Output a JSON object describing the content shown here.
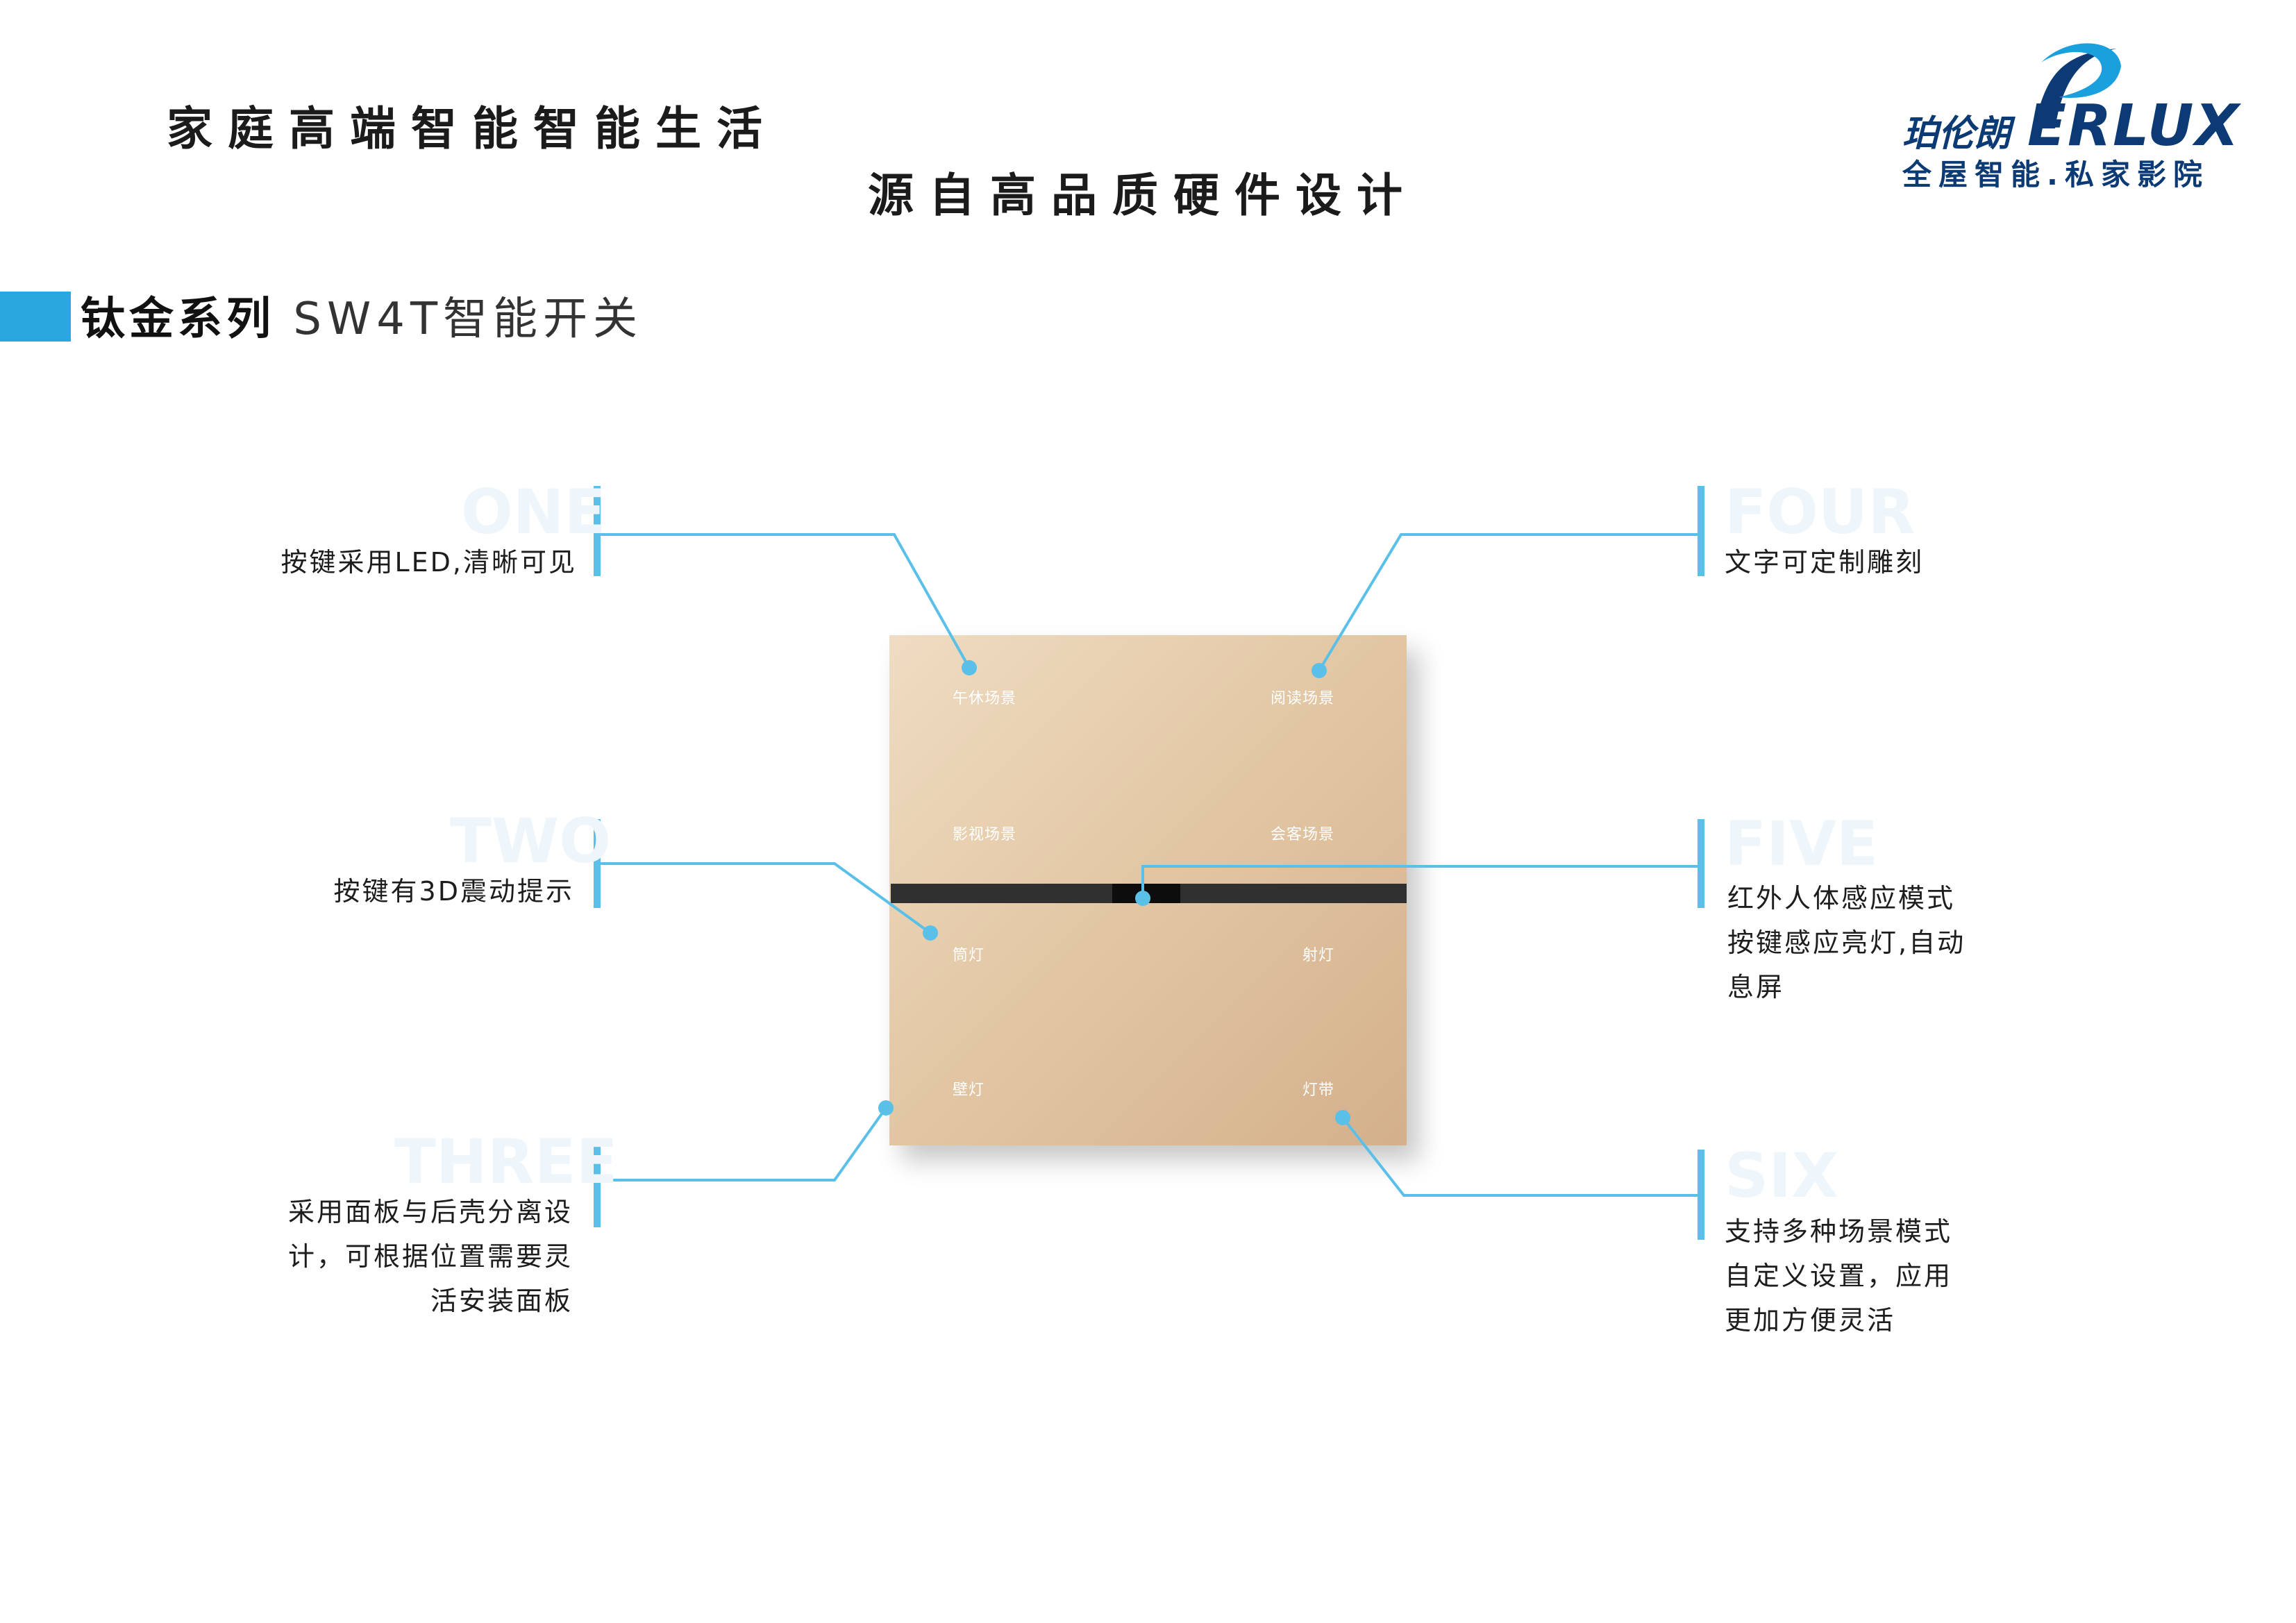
{
  "header": {
    "slogan_line1": "家庭高端智能智能生活",
    "slogan_line2": "源自高品质硬件设计"
  },
  "logo": {
    "brand_cn": "珀伦朗",
    "brand_en": "ERLUX",
    "brand_initial": "P",
    "tagline": "全屋智能.私家影院",
    "color": "#0c3a74"
  },
  "section": {
    "title_bold": "钛金系列",
    "title_light": "SW4T智能开关",
    "accent_color": "#29a8e0"
  },
  "panel": {
    "buttons": {
      "top_left": "午休场景",
      "top_right": "阅读场景",
      "mid_left": "影视场景",
      "mid_right": "会客场景",
      "lower_left": "筒灯",
      "lower_right": "射灯",
      "bottom_left": "壁灯",
      "bottom_right": "灯带"
    }
  },
  "callouts": {
    "one": {
      "number": "ONE",
      "lines": [
        "按键采用LED,清晰可见"
      ]
    },
    "two": {
      "number": "TWO",
      "lines": [
        "按键有3D震动提示"
      ]
    },
    "three": {
      "number": "THREE",
      "lines": [
        "采用面板与后壳分离设",
        "计，可根据位置需要灵",
        "活安装面板"
      ]
    },
    "four": {
      "number": "FOUR",
      "lines": [
        "文字可定制雕刻"
      ]
    },
    "five": {
      "number": "FIVE",
      "lines": [
        "红外人体感应模式",
        "按键感应亮灯,自动",
        "息屏"
      ]
    },
    "six": {
      "number": "SIX",
      "lines": [
        "支持多种场景模式",
        "自定义设置，应用",
        "更加方便灵活"
      ]
    }
  },
  "colors": {
    "leader_line": "#5bc0e8",
    "callout_bar": "#5bc0e8",
    "big_number": "#eef6fb"
  }
}
